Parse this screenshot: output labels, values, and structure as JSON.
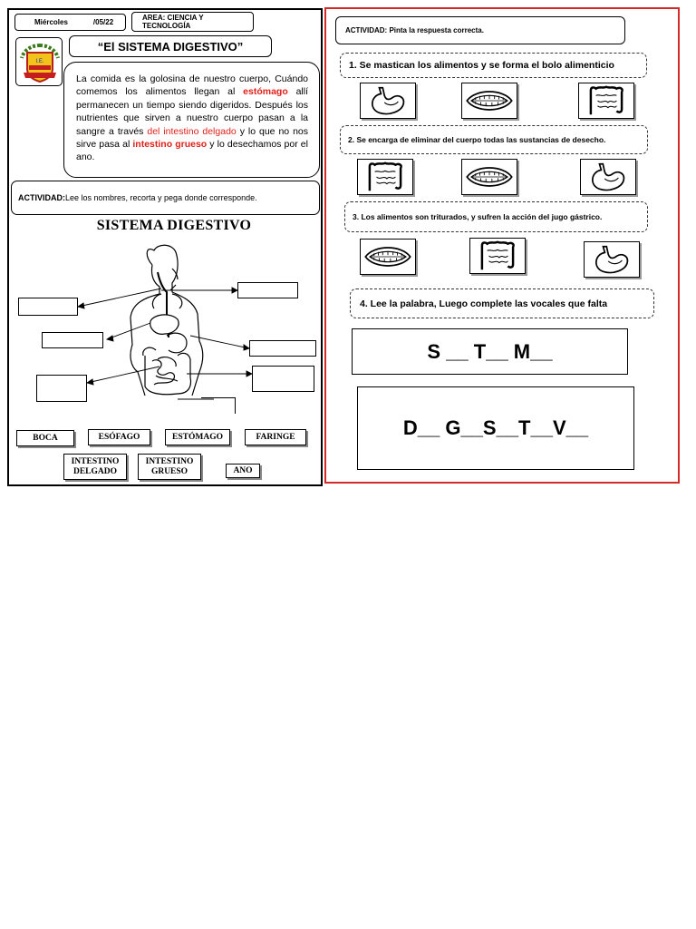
{
  "header": {
    "day": "Miércoles",
    "date": "/05/22",
    "area": "AREA: CIENCIA Y TECNOLOGÍA",
    "title": "“El SISTEMA DIGESTIVO”"
  },
  "logo": {
    "text": "I.E."
  },
  "reading": {
    "p1": "La comida es la golosina de nuestro cuerpo, Cuándo comemos los alimentos llegan al ",
    "w1": "estómago",
    "p2": " allí permanecen un tiempo siendo digeridos. Después los nutrientes que sirven a nuestro cuerpo pasan a la sangre a través ",
    "w2": "del intestino delgado",
    "p3": " y lo que no nos sirve pasa al ",
    "w3": "intestino grueso",
    "p4": " y lo desechamos por el ano."
  },
  "activity_left": {
    "label": "ACTIVIDAD:",
    "text": " Lee los nombres, recorta y pega donde corresponde."
  },
  "diagram": {
    "title": "SISTEMA DIGESTIVO"
  },
  "cutouts": [
    "BOCA",
    "ESÓFAGO",
    "ESTÓMAGO",
    "FARINGE",
    "INTESTINO DELGADO",
    "INTESTINO GRUESO",
    "ANO"
  ],
  "activity_right": {
    "text": "ACTIVIDAD: Pinta la respuesta correcta."
  },
  "questions": [
    {
      "text": "1. Se mastican los alimentos y se forma el bolo alimenticio",
      "options": [
        "stomach-icon",
        "mouth-icon",
        "intestine-icon"
      ]
    },
    {
      "text": "2. Se encarga de eliminar del cuerpo todas las sustancias de desecho.",
      "options": [
        "intestine-icon",
        "mouth-icon",
        "stomach-icon"
      ]
    },
    {
      "text": "3. Los alimentos son triturados, y sufren la acción del jugo gástrico.",
      "options": [
        "mouth-icon",
        "intestine-icon",
        "stomach-icon"
      ]
    },
    {
      "text": "4. Lee la palabra, Luego complete las vocales que falta"
    }
  ],
  "words": [
    "S __ T__ M__",
    "D__ G__S__T__V__"
  ],
  "colors": {
    "accent": "#e0201a",
    "frame_right": "#d42a2a"
  }
}
